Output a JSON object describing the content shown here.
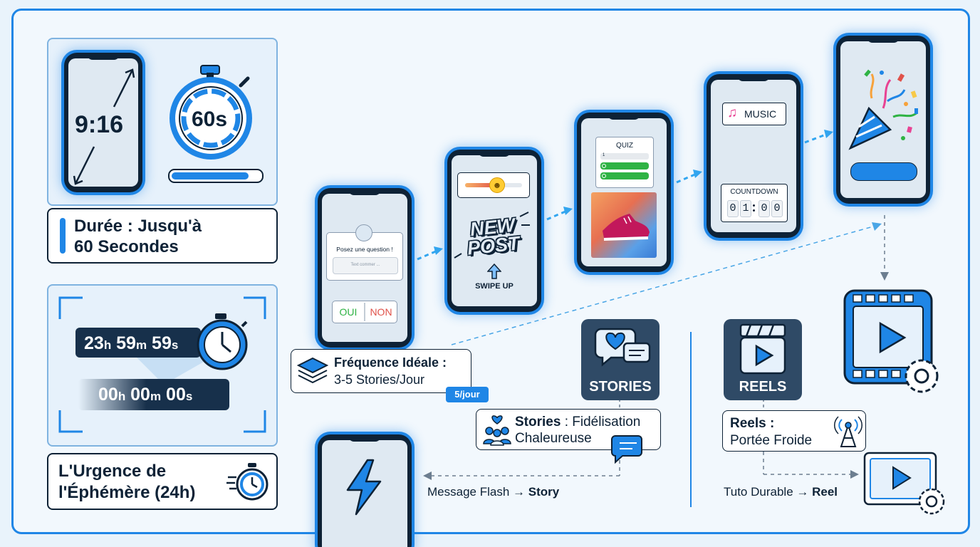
{
  "duration": {
    "ratio": "9:16",
    "timer": "60s",
    "label_line1": "Durée : Jusqu'à",
    "label_line2": "60 Secondes",
    "progress": 0.9
  },
  "ephemeral": {
    "start_h": "23",
    "start_m": "59",
    "start_s": "59",
    "end_h": "00",
    "end_m": "00",
    "end_s": "00",
    "unit_h": "h",
    "unit_m": "m",
    "unit_s": "s",
    "label_line1": "L'Urgence de",
    "label_line2": "l'Éphémère (24h)"
  },
  "frequency": {
    "title": "Fréquence Idéale :",
    "value": "3-5 Stories/Jour",
    "badge": "5/jour"
  },
  "phone_question": {
    "prompt": "Posez une question !",
    "input_placeholder": "Text commer ...",
    "yes": "OUI",
    "no": "NON"
  },
  "phone_newpost": {
    "line1": "NEW",
    "line2": "POST",
    "swipe": "SWIPE UP",
    "slider_level": 0.55
  },
  "phone_quiz": {
    "title": "QUIZ",
    "option1": "1"
  },
  "phone_music": {
    "music_label": "MUSIC",
    "countdown_label": "COUNTDOWN",
    "digits": [
      "0",
      "1",
      "0",
      "0"
    ]
  },
  "stories": {
    "badge": "STORIES",
    "label_bold": "Stories",
    "label_rest": " : Fidélisation",
    "label_line2": "Chaleureuse",
    "flow_text": "Message Flash → ",
    "flow_bold": "Story"
  },
  "reels": {
    "badge": "REELS",
    "label_bold": "Reels :",
    "label_line2": "Portée Froide",
    "flow_text": "Tuto Durable → ",
    "flow_bold": "Reel"
  },
  "colors": {
    "accent": "#1f86e6",
    "navy": "#0e2236",
    "slate": "#2f4a66",
    "green": "#2fb344",
    "red": "#e0524a"
  }
}
